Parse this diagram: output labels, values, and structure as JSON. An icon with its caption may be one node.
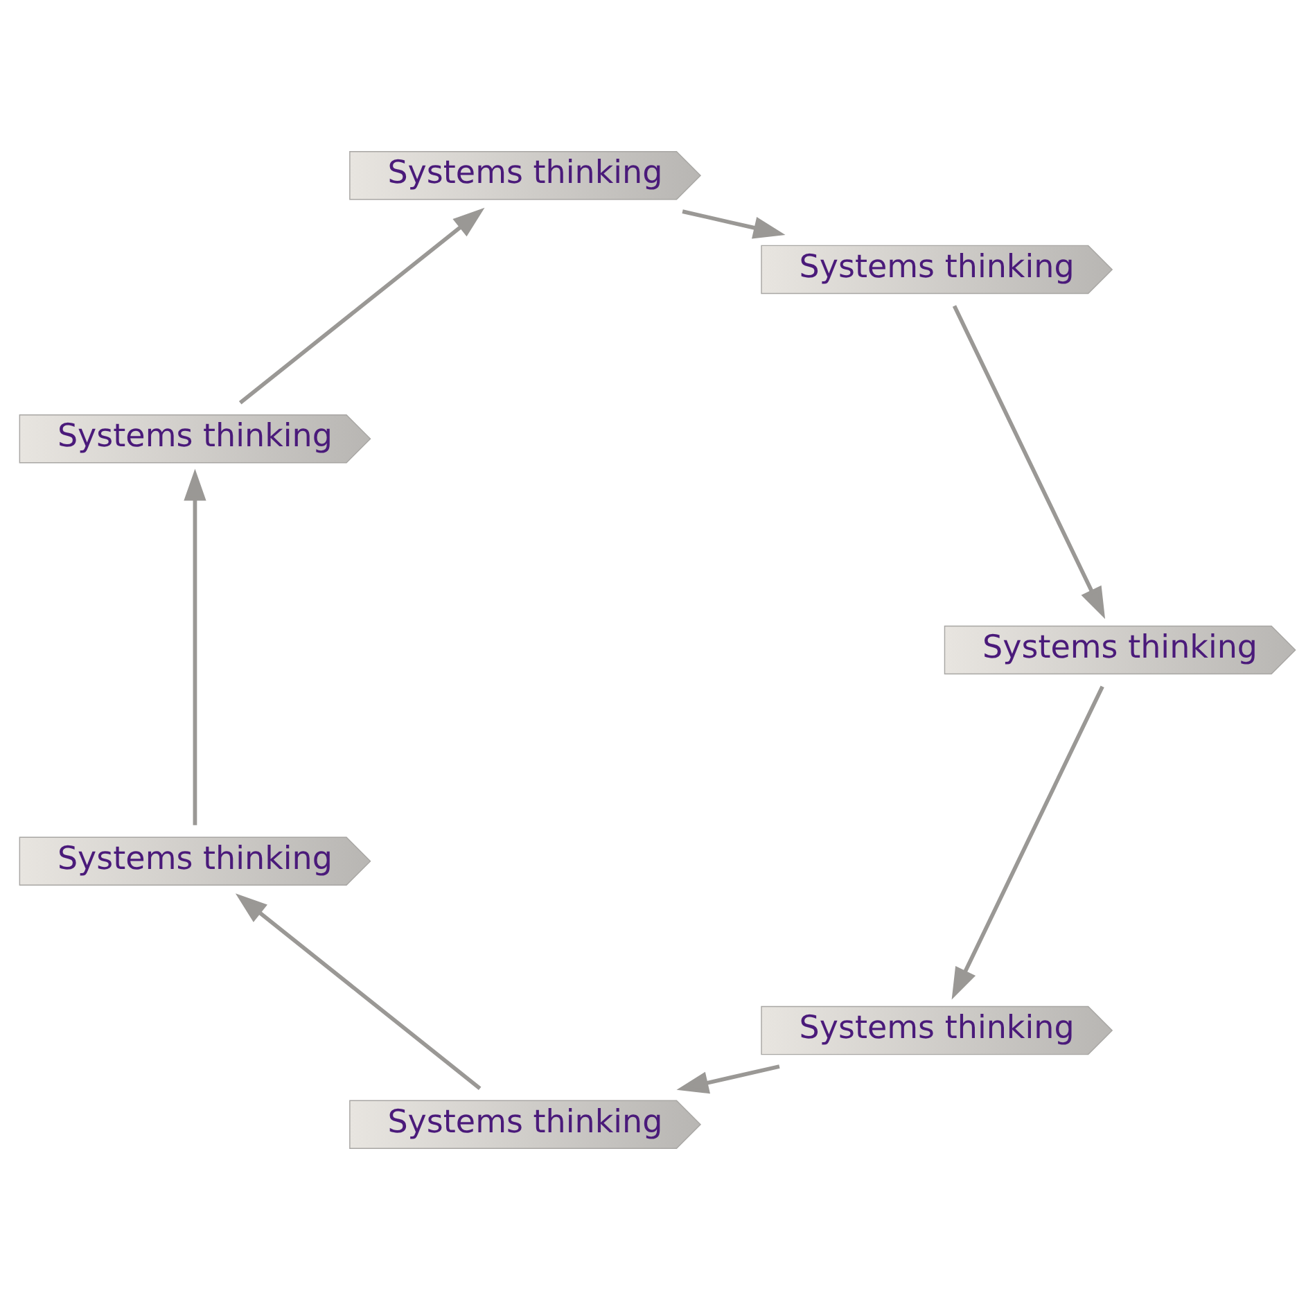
{
  "diagram": {
    "nodes": [
      {
        "text": [
          "Systems thinking"
        ]
      },
      {
        "text": [
          "Systems thinking"
        ]
      },
      {
        "text": [
          "Systems thinking"
        ]
      },
      {
        "text": [
          "Systems thinking"
        ]
      },
      {
        "text": [
          "Systems thinking"
        ]
      },
      {
        "text": [
          "Systems thinking"
        ]
      },
      {
        "text": [
          "Systems thinking"
        ]
      }
    ],
    "edges": [
      {
        "from": 0,
        "to": 1,
        "arrow": "to"
      },
      {
        "from": 1,
        "to": 2,
        "arrow": "to"
      },
      {
        "from": 2,
        "to": 3,
        "arrow": "to"
      },
      {
        "from": 3,
        "to": 4,
        "arrow": "to"
      },
      {
        "from": 4,
        "to": 5,
        "arrow": "to"
      },
      {
        "from": 5,
        "to": 6,
        "arrow": "to"
      },
      {
        "from": 6,
        "to": 0,
        "arrow": "to"
      }
    ]
  }
}
